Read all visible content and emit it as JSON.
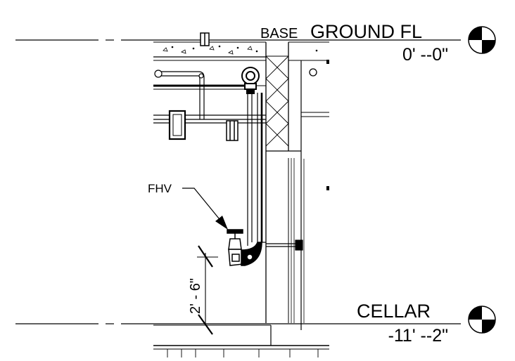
{
  "levels": {
    "ground": {
      "prefix": "BASE",
      "name": "GROUND FL",
      "elevation": "0' --0\""
    },
    "cellar": {
      "name": "CELLAR",
      "elevation": "-11' --2\""
    }
  },
  "tag": {
    "label": "FHV"
  },
  "dimension": {
    "text": "2' - 6\""
  },
  "colors": {
    "line": "#000000",
    "background": "#ffffff",
    "fill_gray": "#bfbfbf"
  }
}
